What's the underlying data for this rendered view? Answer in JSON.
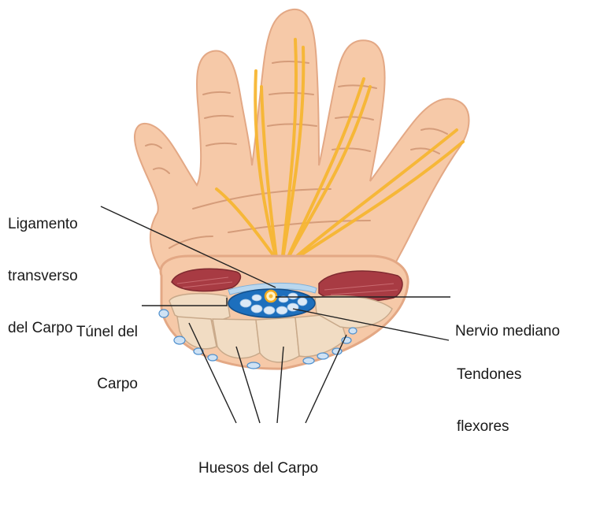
{
  "labels": {
    "ligamento": [
      "Ligamento",
      "transverso",
      "del Carpo"
    ],
    "tunel": [
      "Túnel del",
      "Carpo"
    ],
    "nervio": "Nervio mediano",
    "tendones": [
      "Tendones",
      "flexores"
    ],
    "huesos": "Huesos del Carpo"
  },
  "colors": {
    "skin": "#f6c9a8",
    "skin_outline": "#e3a885",
    "crease": "#d59c7a",
    "nerve": "#f7b733",
    "muscle": "#a83b43",
    "bone": "#f1dcc3",
    "tunnel_blue": "#1d6fbd",
    "tendon": "#dce9f6",
    "ligament": "#b9d7ef",
    "leader": "#222222"
  }
}
